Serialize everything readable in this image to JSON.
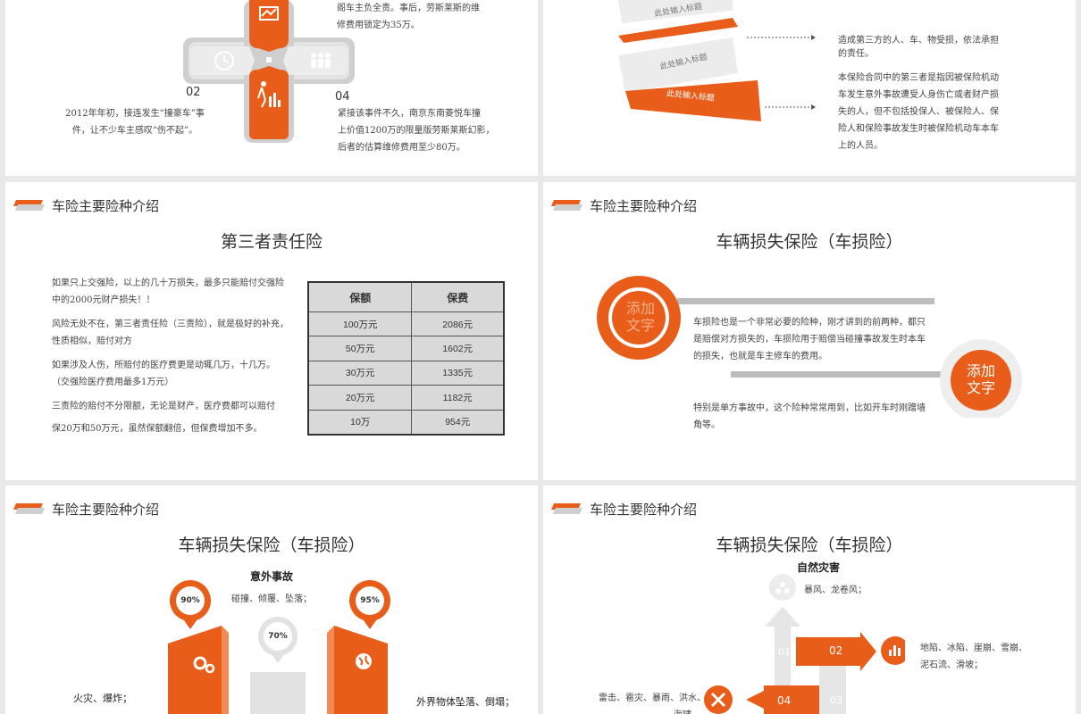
{
  "slide1": {
    "case_top_right": [
      "阁车主负全责。事后，劳斯莱斯的维",
      "修费用锁定为35万。"
    ],
    "case02_number": "02",
    "case02_text": [
      "2012年年初，接连发生“撞豪车”事",
      "件，让不少车主感叹“伤不起”。"
    ],
    "case04_number": "04",
    "case04_text": [
      "紧接该事件不久，南京东南菱悦车撞",
      "上价值1200万的限量版劳斯莱斯幻影，",
      "后者的估算维修费用至少80万。"
    ]
  },
  "slide2": {
    "banner1": "此处输入标题",
    "banner2": "此处输入标题",
    "banner3": "此处输入标题",
    "note1": [
      "造成第三方的人、车、物受损，依法承担",
      "的责任。"
    ],
    "note2": [
      "本保险合同中的第三者是指因被保险机动",
      "车发生意外事故遭受人身伤亡或者财产损",
      "失的人，但不包括投保人、被保险人、保",
      "险人和保险事故发生时被保险机动车本车",
      "上的人员。"
    ]
  },
  "slide3": {
    "header": "车险主要险种介绍",
    "title": "第三者责任险",
    "paragraphs": [
      [
        "如果只上交强险，以上的几十万损失，最多只能赔付交强险",
        "中的2000元财产损失！！"
      ],
      [
        "风险无处不在，第三者责任险（三责险），就是极好的补充，",
        "性质相似，赔付对方"
      ],
      [
        "如果涉及人伤，所赔付的医疗费更是动辄几万，十几万。",
        "（交强险医疗费用最多1万元）"
      ],
      [
        "三责险的赔付不分限额，无论是财产，医疗费都可以赔付",
        "保20万和50万元，虽然保额翻倍，但保费增加不多。"
      ]
    ],
    "table": {
      "headers": [
        "保额",
        "保费"
      ],
      "rows": [
        [
          "100万元",
          "2086元"
        ],
        [
          "50万元",
          "1602元"
        ],
        [
          "30万元",
          "1335元"
        ],
        [
          "20万元",
          "1182元"
        ],
        [
          "10万",
          "954元"
        ]
      ]
    }
  },
  "slide4": {
    "header": "车险主要险种介绍",
    "title": "车辆损失保险（车损险）",
    "circle1": [
      "添加",
      "文字"
    ],
    "circle2": [
      "添加",
      "文字"
    ],
    "text1": [
      "车损险也是一个非常必要的险种，刚才讲到的前两种，都只",
      "是赔偿对方损失的，车损险用于赔偿当碰撞事故发生时本车",
      "的损失，也就是车主修车的费用。"
    ],
    "text2": [
      "特别是单方事故中，这个险种常常用到，比如开车时刚蹭墙",
      "角等。"
    ]
  },
  "slide5": {
    "header": "车险主要险种介绍",
    "title": "车辆损失保险（车损险）",
    "accident_label": "意外事故",
    "accident_detail": "碰撞、倾覆、坠落；",
    "pin_left": "90%",
    "pin_center": "70%",
    "pin_right": "95%",
    "fire_label": "火灾、爆炸；",
    "falling_label": "外界物体坠落、倒塌；"
  },
  "slide6": {
    "header": "车险主要险种介绍",
    "title": "车辆损失保险（车损险）",
    "natural_label": "自然灾害",
    "storm_text": "暴风、龙卷风；",
    "arrow01": "01",
    "arrow02": "02",
    "arrow03": "03",
    "arrow04": "04",
    "geo_text": [
      "地陷、冰陷、崖崩、雪崩、",
      "泥石流、滑坡；"
    ],
    "weather_text": [
      "雷击、雹灾、暴雨、洪水、",
      "海啸"
    ]
  },
  "colors": {
    "accent": "#e85d1a",
    "grey": "#d9d9d9"
  }
}
